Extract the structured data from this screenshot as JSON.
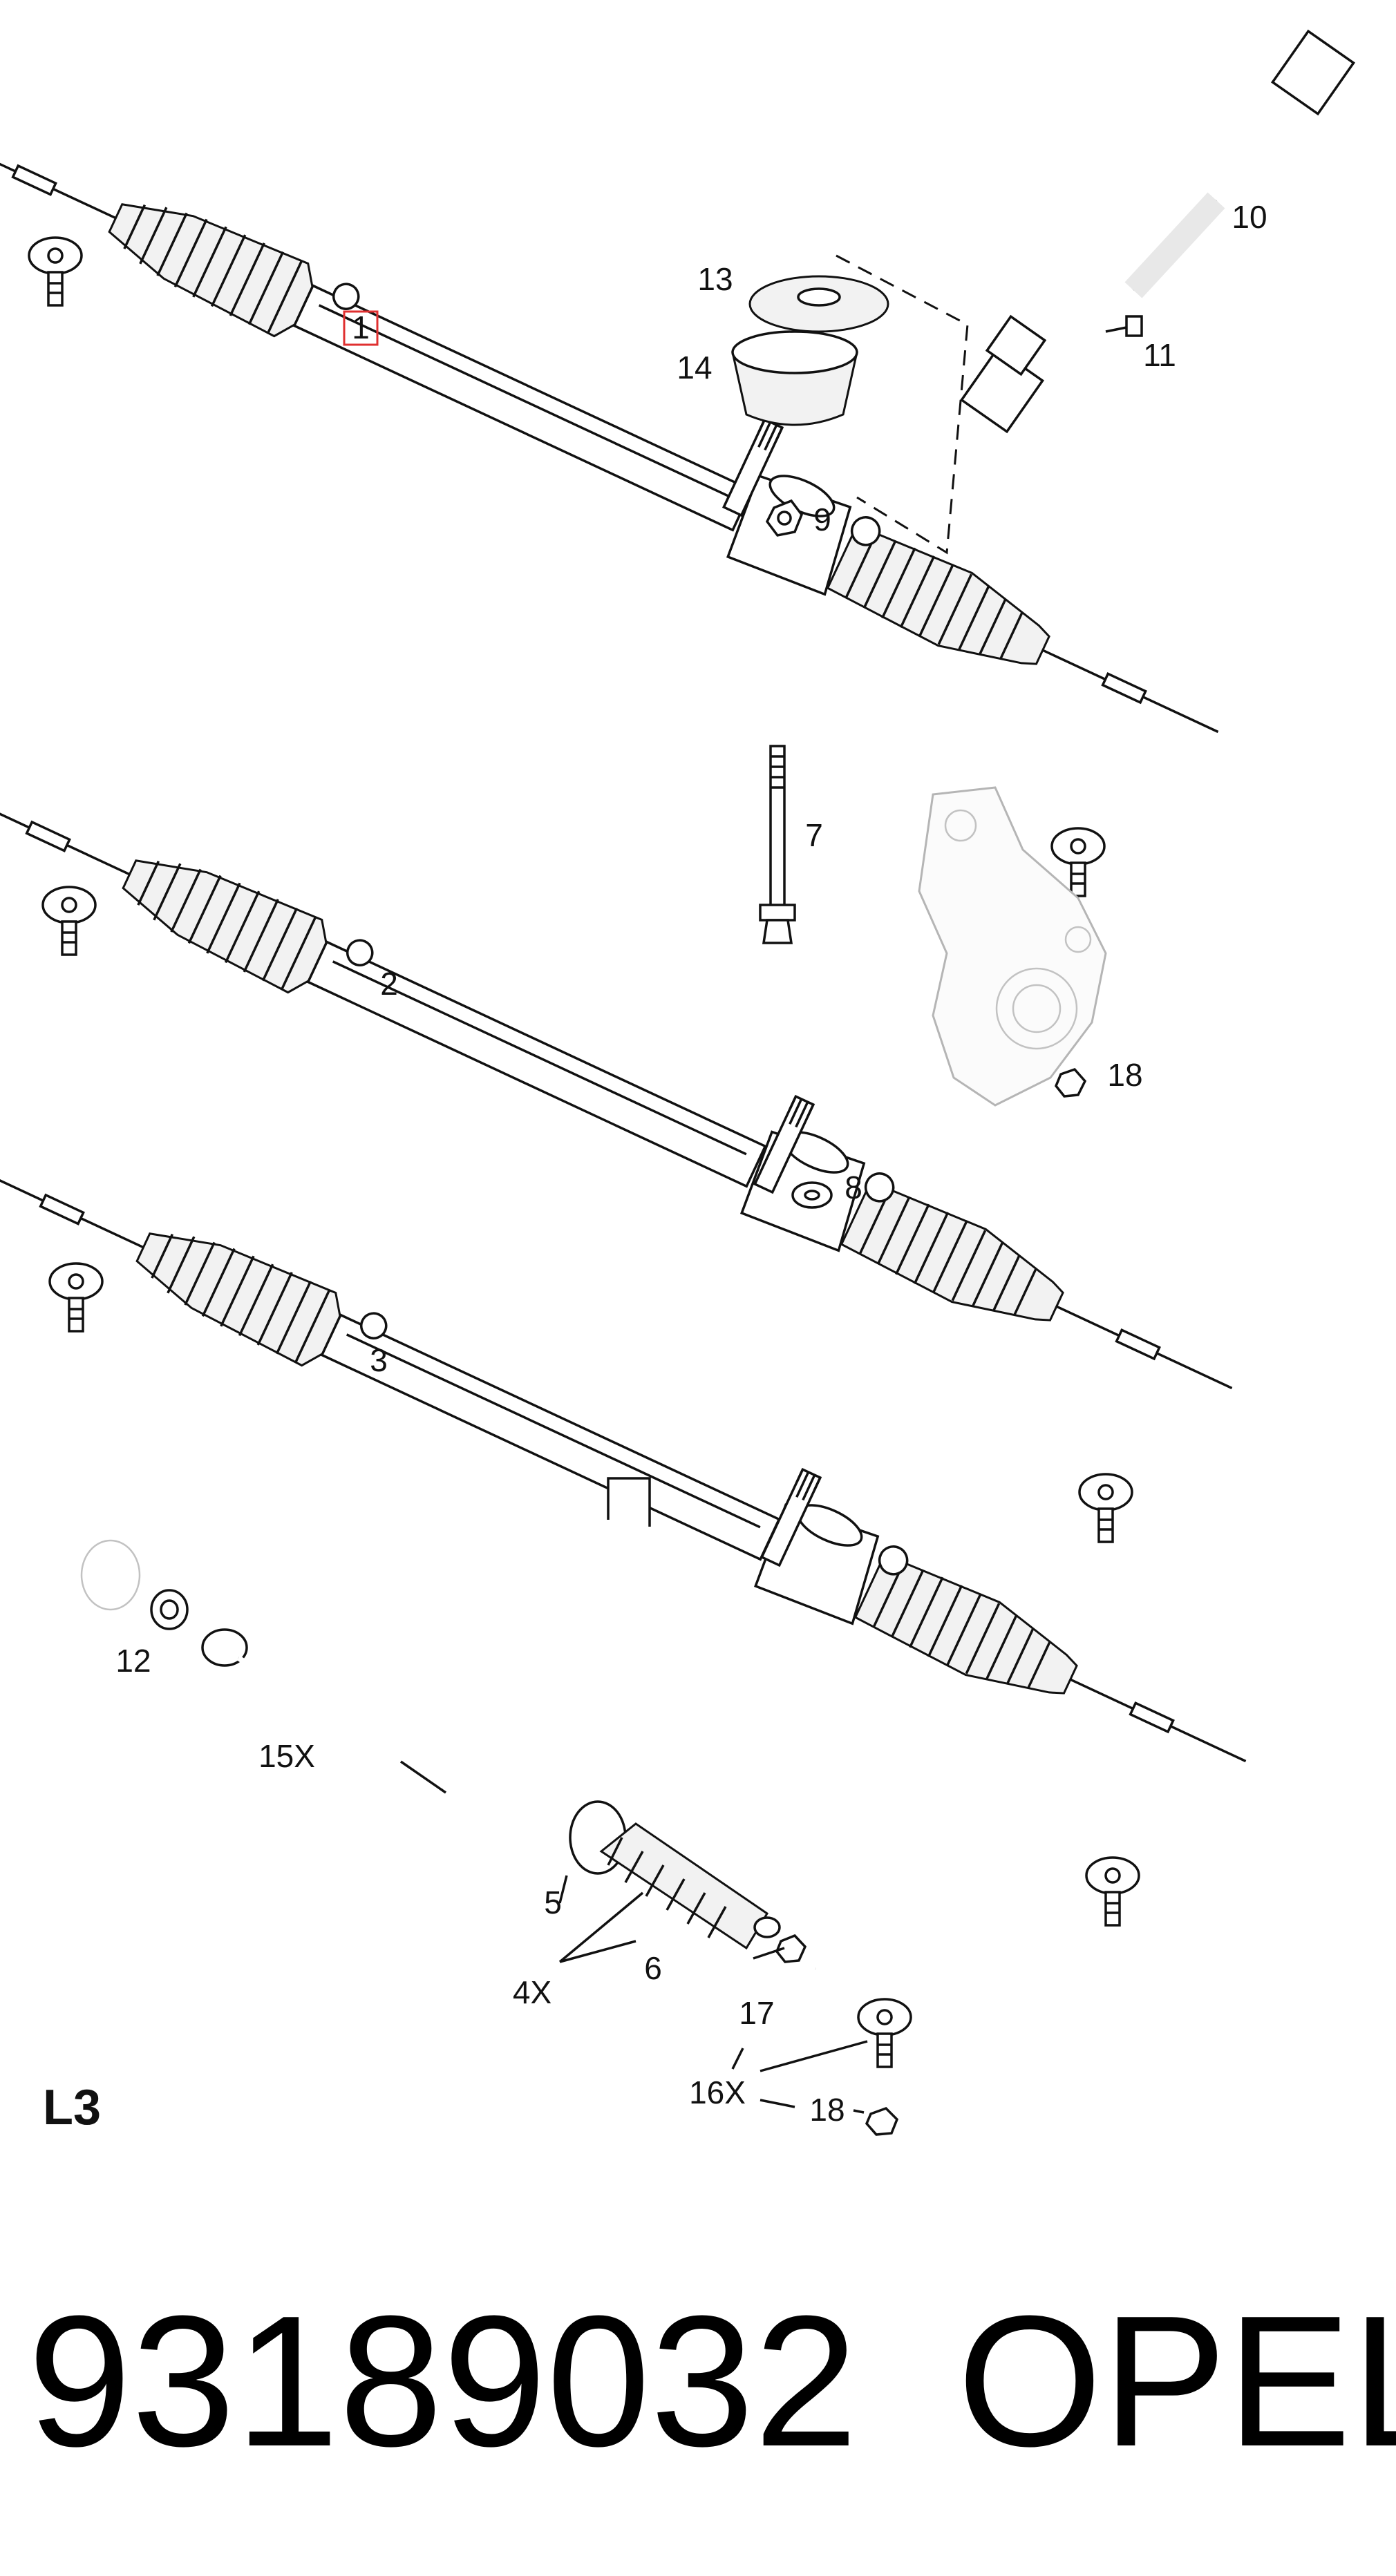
{
  "diagram": {
    "callouts": [
      "1",
      "2",
      "3",
      "4X",
      "5",
      "6",
      "7",
      "8",
      "9",
      "10",
      "11",
      "12",
      "13",
      "14",
      "15X",
      "16X",
      "17",
      "18",
      "18"
    ],
    "highlighted_callout": "1",
    "diagram_code": "L3"
  },
  "footer": {
    "part_number": "93189032",
    "brand": "OPEL"
  },
  "colors": {
    "line": "#111111",
    "highlight_box": "#e03030",
    "ghost_knuckle": "#b5b5b5"
  }
}
